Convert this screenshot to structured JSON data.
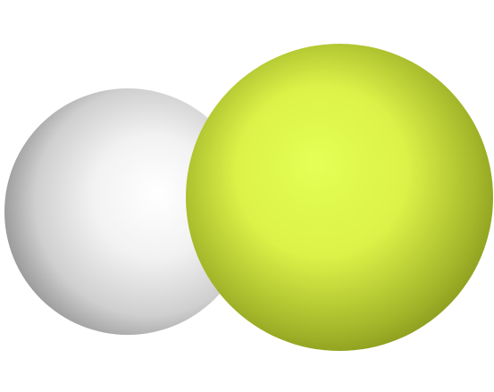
{
  "molecule": {
    "atoms": [
      {
        "element": "H",
        "color": "#f2f2f2",
        "shade": "#8e8e8e",
        "icon": "hydrogen-atom-sphere"
      },
      {
        "element": "F",
        "color": "#dcf248",
        "shade": "#7c8c16",
        "icon": "fluorine-atom-sphere"
      }
    ],
    "background": "#ffffff"
  }
}
